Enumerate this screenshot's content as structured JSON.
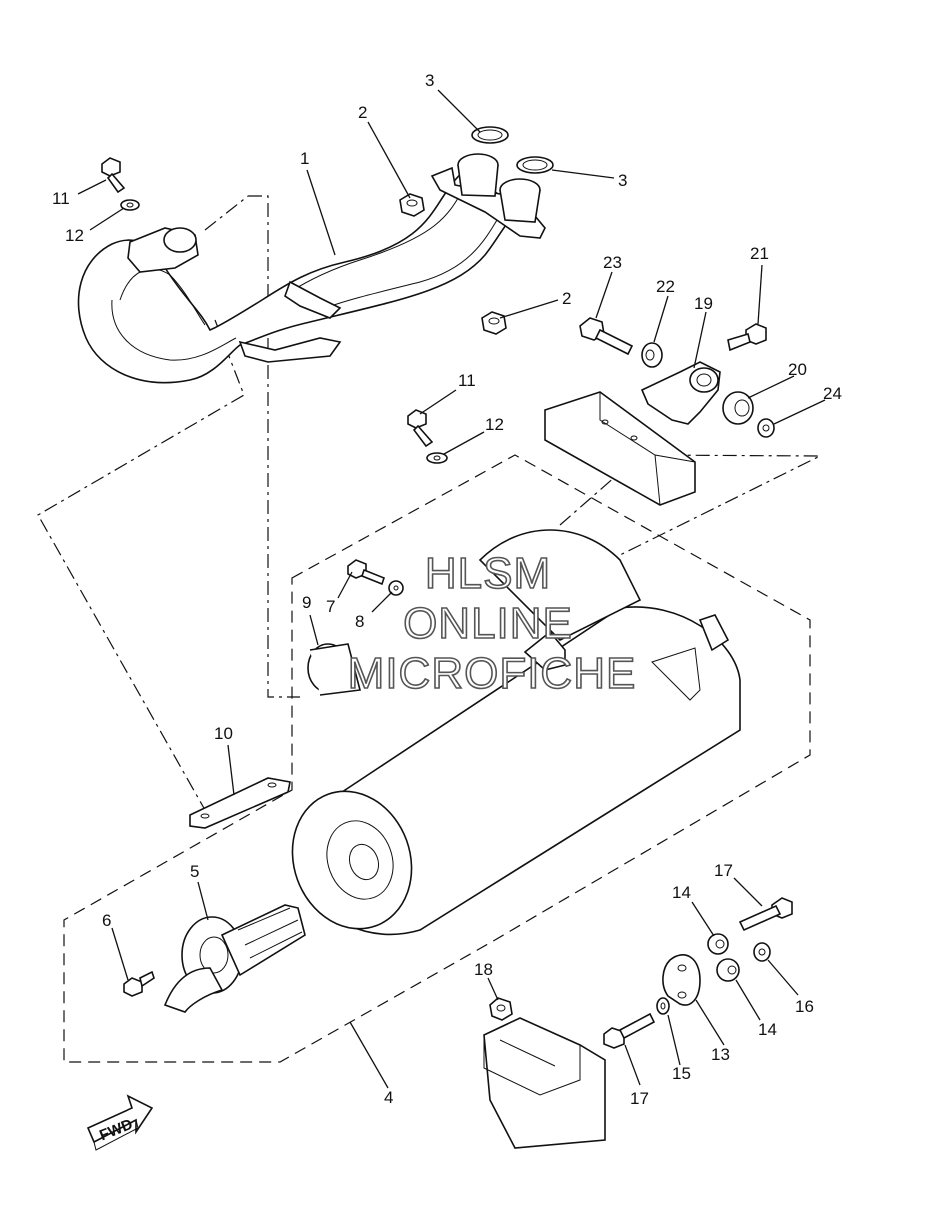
{
  "callouts": [
    {
      "id": "c1",
      "label": "1"
    },
    {
      "id": "c2a",
      "label": "2"
    },
    {
      "id": "c2b",
      "label": "2"
    },
    {
      "id": "c3a",
      "label": "3"
    },
    {
      "id": "c3b",
      "label": "3"
    },
    {
      "id": "c4",
      "label": "4"
    },
    {
      "id": "c5",
      "label": "5"
    },
    {
      "id": "c6",
      "label": "6"
    },
    {
      "id": "c7",
      "label": "7"
    },
    {
      "id": "c8",
      "label": "8"
    },
    {
      "id": "c9",
      "label": "9"
    },
    {
      "id": "c10",
      "label": "10"
    },
    {
      "id": "c11a",
      "label": "11"
    },
    {
      "id": "c11b",
      "label": "11"
    },
    {
      "id": "c12a",
      "label": "12"
    },
    {
      "id": "c12b",
      "label": "12"
    },
    {
      "id": "c13",
      "label": "13"
    },
    {
      "id": "c14a",
      "label": "14"
    },
    {
      "id": "c14b",
      "label": "14"
    },
    {
      "id": "c15",
      "label": "15"
    },
    {
      "id": "c16",
      "label": "16"
    },
    {
      "id": "c17a",
      "label": "17"
    },
    {
      "id": "c17b",
      "label": "17"
    },
    {
      "id": "c18",
      "label": "18"
    },
    {
      "id": "c19",
      "label": "19"
    },
    {
      "id": "c20",
      "label": "20"
    },
    {
      "id": "c21",
      "label": "21"
    },
    {
      "id": "c22",
      "label": "22"
    },
    {
      "id": "c23",
      "label": "23"
    },
    {
      "id": "c24",
      "label": "24"
    }
  ],
  "watermark": {
    "line1": "HLSM",
    "line2": "ONLINE",
    "line3": "MICROFICHE"
  },
  "fwd_label": "FWD"
}
